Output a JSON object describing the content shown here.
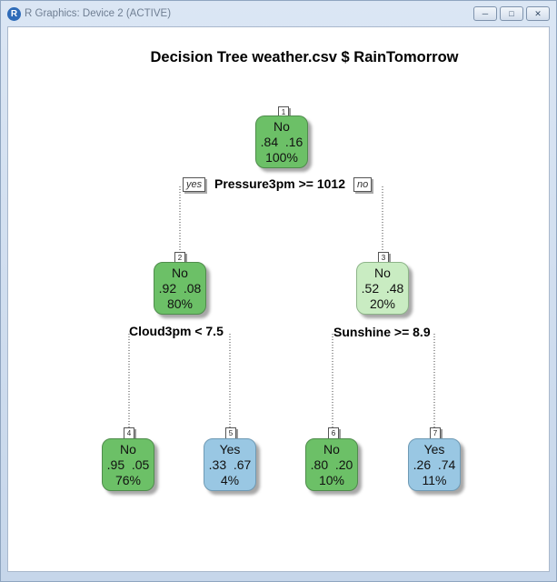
{
  "window": {
    "title": "R Graphics: Device 2 (ACTIVE)",
    "icon": "R-icon",
    "buttons": [
      "minimize",
      "maximize",
      "close"
    ]
  },
  "plot": {
    "title": "Decision Tree weather.csv $ RainTomorrow"
  },
  "nodes": [
    {
      "id": "1",
      "label": "No",
      "probs": ".84  .16",
      "pct": "100%",
      "color": "#6cc067"
    },
    {
      "id": "2",
      "label": "No",
      "probs": ".92  .08",
      "pct": "80%",
      "color": "#6cc067"
    },
    {
      "id": "3",
      "label": "No",
      "probs": ".52  .48",
      "pct": "20%",
      "color": "#c9ecc2"
    },
    {
      "id": "4",
      "label": "No",
      "probs": ".95  .05",
      "pct": "76%",
      "color": "#6cc067"
    },
    {
      "id": "5",
      "label": "Yes",
      "probs": ".33  .67",
      "pct": "4%",
      "color": "#99c7e3"
    },
    {
      "id": "6",
      "label": "No",
      "probs": ".80  .20",
      "pct": "10%",
      "color": "#6cc067"
    },
    {
      "id": "7",
      "label": "Yes",
      "probs": ".26  .74",
      "pct": "11%",
      "color": "#99c7e3"
    }
  ],
  "splits": {
    "root": "Pressure3pm >= 1012",
    "left": "Cloud3pm < 7.5",
    "right": "Sunshine >= 8.9"
  },
  "branch_tags": {
    "yes": "yes",
    "no": "no"
  }
}
